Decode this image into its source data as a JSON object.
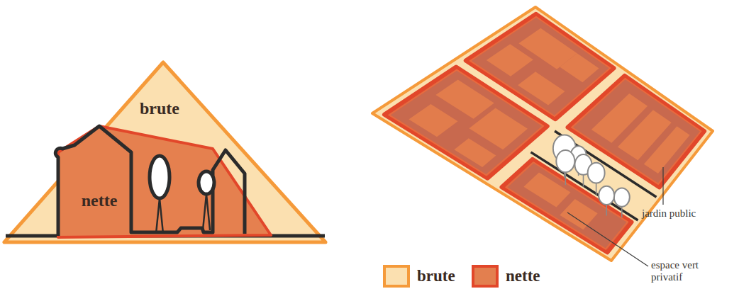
{
  "diagram": {
    "nodes": [
      {
        "text": [
          "brute"
        ]
      },
      {
        "text": [
          "nette"
        ],
        "in": 0
      }
    ],
    "labels": [
      "jardin public",
      "espace vert privatif"
    ],
    "legend": [
      {
        "text": "brute",
        "color": "#fbe0b0"
      },
      {
        "text": "nette",
        "color": "#e37f4f"
      }
    ]
  }
}
